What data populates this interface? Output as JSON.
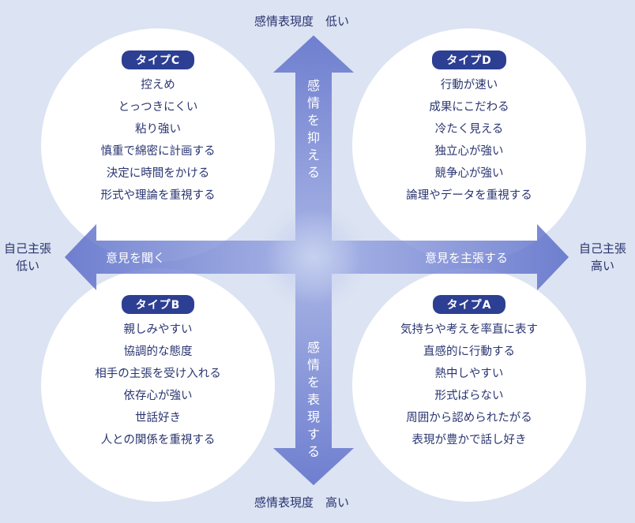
{
  "axes": {
    "top": "感情表現度　低い",
    "bottom": "感情表現度　高い",
    "left_line1": "自己主張",
    "left_line2": "低い",
    "right_line1": "自己主張",
    "right_line2": "高い"
  },
  "arrows": {
    "left": "意見を聞く",
    "right": "意見を主張する",
    "up": "感情を抑える",
    "down": "感情を表現する"
  },
  "colors": {
    "background": "#dce3f2",
    "arrow": "#6f7fcf",
    "badge": "#2d3f93",
    "text": "#2a3570"
  },
  "types": {
    "c": {
      "label": "タイプC",
      "traits": [
        "控えめ",
        "とっつきにくい",
        "粘り強い",
        "慎重で綿密に計画する",
        "決定に時間をかける",
        "形式や理論を重視する"
      ]
    },
    "d": {
      "label": "タイプD",
      "traits": [
        "行動が速い",
        "成果にこだわる",
        "冷たく見える",
        "独立心が強い",
        "競争心が強い",
        "論理やデータを重視する"
      ]
    },
    "b": {
      "label": "タイプB",
      "traits": [
        "親しみやすい",
        "協調的な態度",
        "相手の主張を受け入れる",
        "依存心が強い",
        "世話好き",
        "人との関係を重視する"
      ]
    },
    "a": {
      "label": "タイプA",
      "traits": [
        "気持ちや考えを率直に表す",
        "直感的に行動する",
        "熱中しやすい",
        "形式ばらない",
        "周囲から認められたがる",
        "表現が豊かで話し好き"
      ]
    }
  }
}
